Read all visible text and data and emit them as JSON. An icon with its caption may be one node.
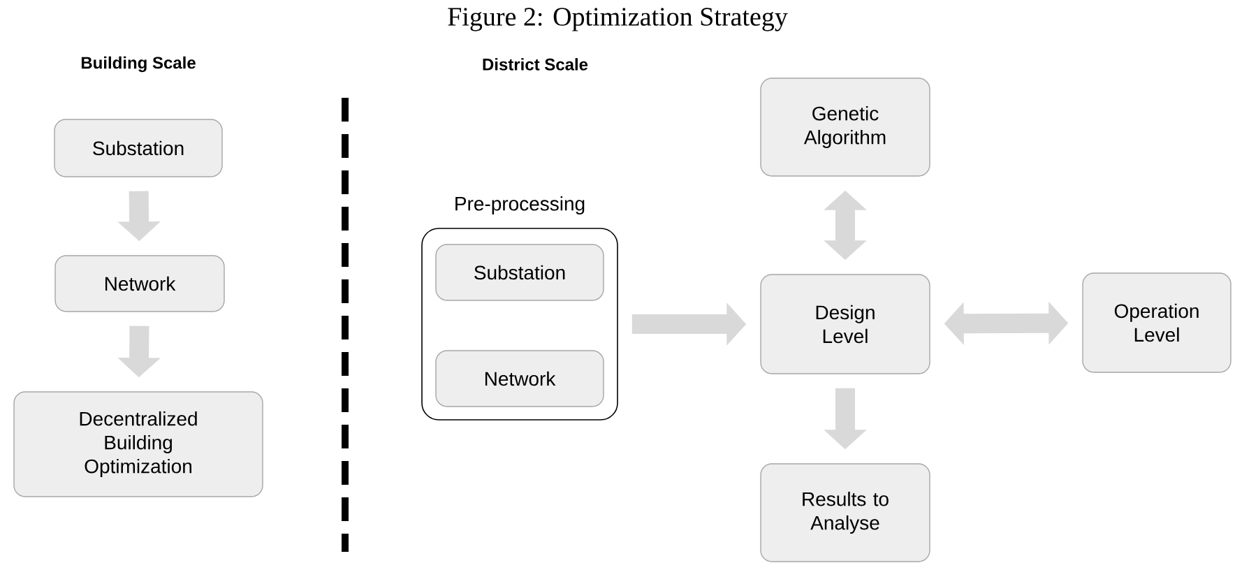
{
  "diagram": {
    "title": "Figure 2: Optimization Strategy",
    "nodes": [
      {
        "text": [
          "Substation"
        ]
      },
      {
        "text": [
          "Network"
        ]
      },
      {
        "text": [
          "Decentralized Building Optimization"
        ]
      },
      {
        "text": [
          "Pre-processing"
        ]
      },
      {
        "text": [
          "Substation"
        ],
        "in": 3
      },
      {
        "text": [
          "Network"
        ],
        "in": 3
      },
      {
        "text": [
          "Genetic Algorithm"
        ]
      },
      {
        "text": [
          "Design Level"
        ]
      },
      {
        "text": [
          "Operation Level"
        ]
      },
      {
        "text": [
          "Results to Analyse"
        ]
      }
    ],
    "edges": [
      {
        "from": 0,
        "to": 1,
        "arrow": "to"
      },
      {
        "from": 1,
        "to": 2,
        "arrow": "to"
      },
      {
        "from": 3,
        "to": 7,
        "arrow": "to"
      },
      {
        "from": 6,
        "to": 7,
        "arrow": "both"
      },
      {
        "from": 7,
        "to": 8,
        "arrow": "both"
      },
      {
        "from": 7,
        "to": 9,
        "arrow": "to"
      }
    ],
    "labels": [
      "Building Scale",
      "District Scale"
    ]
  }
}
